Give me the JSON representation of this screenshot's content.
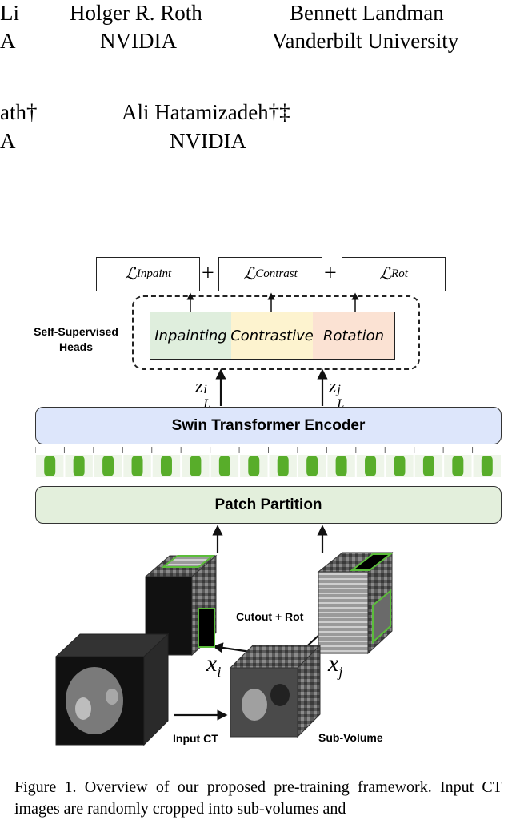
{
  "authors": {
    "row1": [
      {
        "name": "Li",
        "affiliation": "A"
      },
      {
        "name": "Holger R. Roth",
        "affiliation": "NVIDIA"
      },
      {
        "name": "Bennett Landman",
        "affiliation": "Vanderbilt University"
      }
    ],
    "row2": [
      {
        "name": "ath†",
        "affiliation": "A"
      },
      {
        "name": "Ali Hatamizadeh†‡",
        "affiliation": "NVIDIA"
      }
    ]
  },
  "figure": {
    "losses": [
      {
        "symbol": "ℒ",
        "subscript": "Inpaint"
      },
      {
        "symbol": "ℒ",
        "subscript": "Contrast"
      },
      {
        "symbol": "ℒ",
        "subscript": "Rot"
      }
    ],
    "plus": "+",
    "heads_label": "Self-Supervised Heads",
    "heads": [
      {
        "label": "Inpainting",
        "color": "#dfeedd"
      },
      {
        "label": "Contrastive",
        "color": "#fdf3cf"
      },
      {
        "label": "Rotation",
        "color": "#fbe2d3"
      }
    ],
    "z_left": {
      "base": "z",
      "sup": "i",
      "sub": "L"
    },
    "z_right": {
      "base": "z",
      "sup": "j",
      "sub": "L"
    },
    "encoder_label": "Swin Transformer Encoder",
    "encoder_color": "#dde6fb",
    "partition_label": "Patch Partition",
    "partition_color": "#e3efdc",
    "token_color": "#58ad2a",
    "cutout_label": "Cutout + Rot",
    "xi": {
      "base": "x",
      "sub": "i"
    },
    "xj": {
      "base": "x",
      "sub": "j"
    },
    "input_label": "Input CT",
    "subvolume_label": "Sub-Volume"
  },
  "caption": "Figure 1.   Overview of our proposed pre-training framework. Input CT images are randomly cropped into sub-volumes and"
}
